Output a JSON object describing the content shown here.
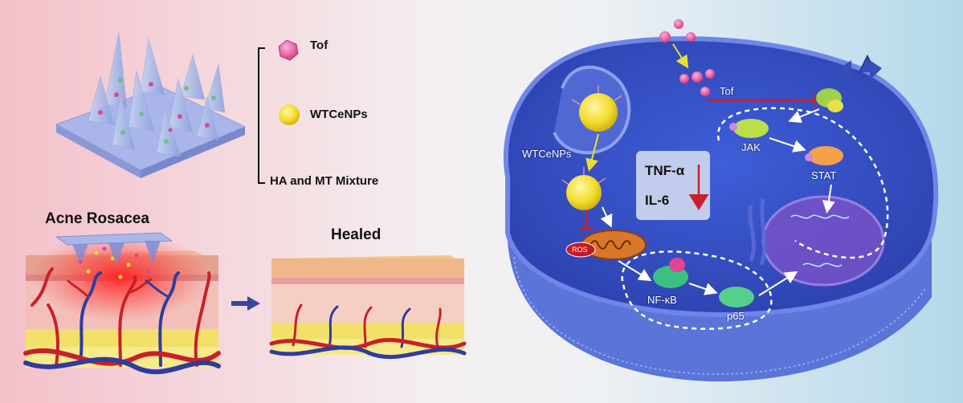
{
  "legend": {
    "tof": "Tof",
    "wtcenps": "WTCeNPs",
    "mixture": "HA and MT Mixture"
  },
  "skin": {
    "acne_title": "Acne Rosacea",
    "healed_title": "Healed"
  },
  "cell": {
    "tof": "Tof",
    "wtcenps": "WTCeNPs",
    "jak": "JAK",
    "stat": "STAT",
    "ros": "ROS",
    "nfkb": "NF-κB",
    "p65": "p65",
    "cytokines": [
      "TNF-α",
      "IL-6"
    ]
  },
  "colors": {
    "background_left": "#f5c4cc",
    "background_right": "#b9dbec",
    "cell_body": "#3a55c8",
    "tof_particle": "#e0458f",
    "wtcenps_particle": "#f3dd2b",
    "inhibition": "#c8202a",
    "arrow": "#4a55a8",
    "vessel_red": "#c8202a",
    "vessel_blue": "#2f3ca0"
  }
}
